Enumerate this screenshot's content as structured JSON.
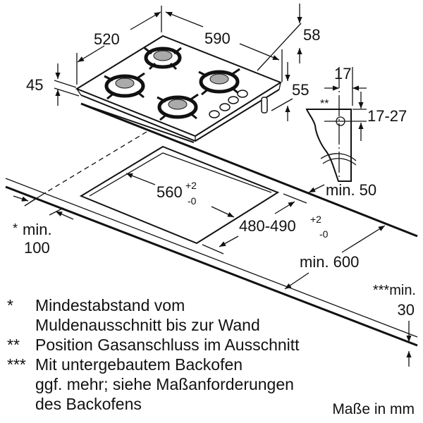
{
  "dimensions": {
    "hob_depth": "520",
    "hob_width": "590",
    "hob_height": "45",
    "connector_rear": "58",
    "connector_side": "55",
    "gas_offset": "17",
    "gas_height": "17-27",
    "gas_marker": "**",
    "cutout_width": {
      "value": "560",
      "tol_plus": "+2",
      "tol_minus": "-0"
    },
    "cutout_depth": {
      "value": "480-490",
      "tol_plus": "+2",
      "tol_minus": "-0"
    },
    "rear_min": "min. 50",
    "worktop_depth": "min. 600",
    "wall_min": {
      "marker": "*",
      "line1": "min.",
      "line2": "100"
    },
    "oven_min": {
      "line1": "***min.",
      "line2": "30"
    }
  },
  "legend": [
    {
      "marker": "*",
      "lines": [
        "Mindestabstand vom",
        "Muldenausschnitt bis zur Wand"
      ]
    },
    {
      "marker": "**",
      "lines": [
        "Position Gasanschluss im Ausschnitt"
      ]
    },
    {
      "marker": "***",
      "lines": [
        "Mit untergebautem Backofen",
        "ggf. mehr; siehe Maßanforderungen",
        "des Backofens"
      ]
    }
  ],
  "units_note": "Maße in mm"
}
